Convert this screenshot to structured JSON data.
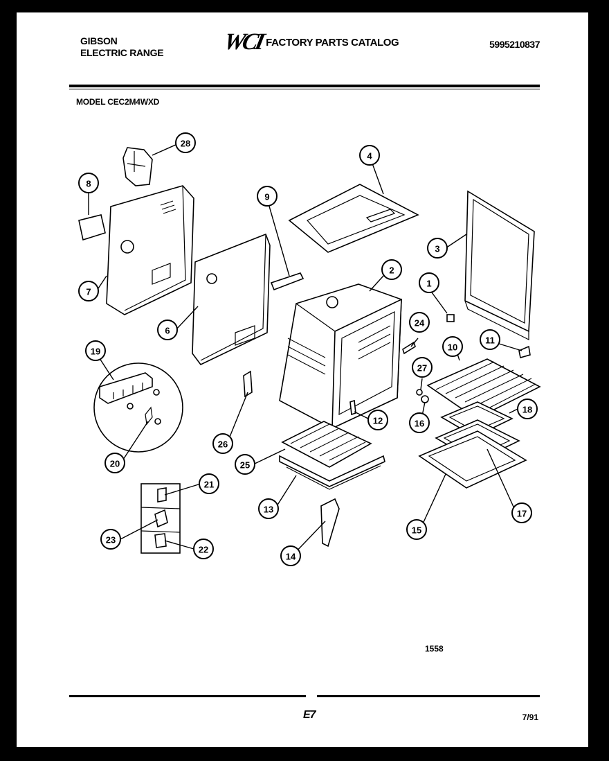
{
  "header": {
    "brand_line1": "GIBSON",
    "brand_line2": "ELECTRIC RANGE",
    "logo": "WCI",
    "catalog_title": "FACTORY PARTS CATALOG",
    "catalog_number": "5995210837",
    "model_label": "MODEL CEC2M4WXD"
  },
  "footer": {
    "drawing_code": "1558",
    "page_code": "E7",
    "date": "7/91"
  },
  "callouts": [
    {
      "id": "callout-1",
      "label": "1"
    },
    {
      "id": "callout-2",
      "label": "2"
    },
    {
      "id": "callout-3",
      "label": "3"
    },
    {
      "id": "callout-4",
      "label": "4"
    },
    {
      "id": "callout-6",
      "label": "6"
    },
    {
      "id": "callout-7",
      "label": "7"
    },
    {
      "id": "callout-8",
      "label": "8"
    },
    {
      "id": "callout-9",
      "label": "9"
    },
    {
      "id": "callout-10",
      "label": "10"
    },
    {
      "id": "callout-11",
      "label": "11"
    },
    {
      "id": "callout-12",
      "label": "12"
    },
    {
      "id": "callout-13",
      "label": "13"
    },
    {
      "id": "callout-14",
      "label": "14"
    },
    {
      "id": "callout-15",
      "label": "15"
    },
    {
      "id": "callout-16",
      "label": "16"
    },
    {
      "id": "callout-17",
      "label": "17"
    },
    {
      "id": "callout-18",
      "label": "18"
    },
    {
      "id": "callout-19",
      "label": "19"
    },
    {
      "id": "callout-20",
      "label": "20"
    },
    {
      "id": "callout-21",
      "label": "21"
    },
    {
      "id": "callout-22",
      "label": "22"
    },
    {
      "id": "callout-23",
      "label": "23"
    },
    {
      "id": "callout-24",
      "label": "24"
    },
    {
      "id": "callout-25",
      "label": "25"
    },
    {
      "id": "callout-26",
      "label": "26"
    },
    {
      "id": "callout-27",
      "label": "27"
    },
    {
      "id": "callout-28",
      "label": "28"
    }
  ]
}
